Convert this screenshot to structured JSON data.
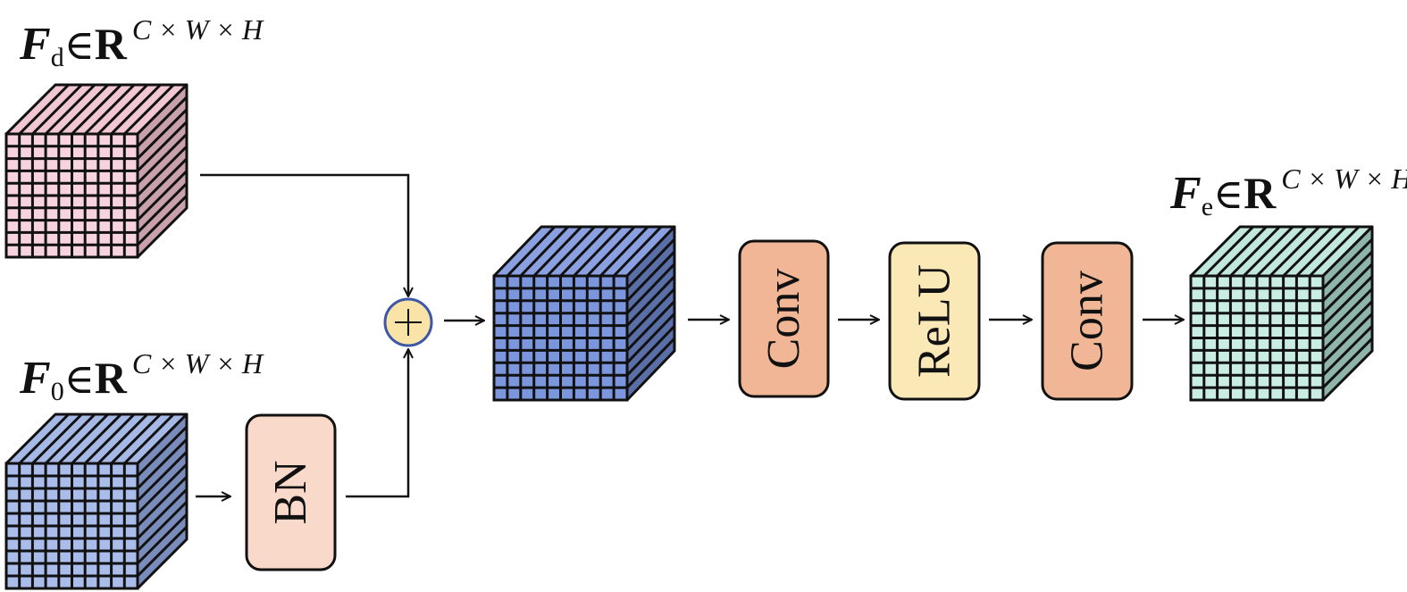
{
  "labels": {
    "fd": {
      "main": "F",
      "sub": "d",
      "elem": "∈",
      "set": "R",
      "dims": "C × W × H"
    },
    "f0": {
      "main": "F",
      "sub": "0",
      "elem": "∈",
      "set": "R",
      "dims": "C × W × H"
    },
    "fe": {
      "main": "F",
      "sub": "e",
      "elem": "∈",
      "set": "R",
      "dims": "C × W × H"
    }
  },
  "boxes": {
    "bn": "BN",
    "conv1": "Conv",
    "relu": "ReLU",
    "conv2": "Conv"
  },
  "colors": {
    "pink_front": "#f7d3df",
    "pink_top": "#f2c7d4",
    "pink_side": "#c8a1ad",
    "lightblue_front": "#a9bcea",
    "lightblue_top": "#a6b8e6",
    "lightblue_side": "#7a8cbb",
    "blue_front": "#7c96dd",
    "blue_top": "#8aa0e0",
    "blue_side": "#5a6fa8",
    "mint_front": "#c9ede3",
    "mint_top": "#c2e7dc",
    "mint_side": "#8fb5aa",
    "bn_box": "#f9d9c9",
    "conv_box": "#f0b696",
    "relu_box": "#fae8b6",
    "sum_circle": "#fae3a6",
    "sum_border": "#3d57a8"
  }
}
